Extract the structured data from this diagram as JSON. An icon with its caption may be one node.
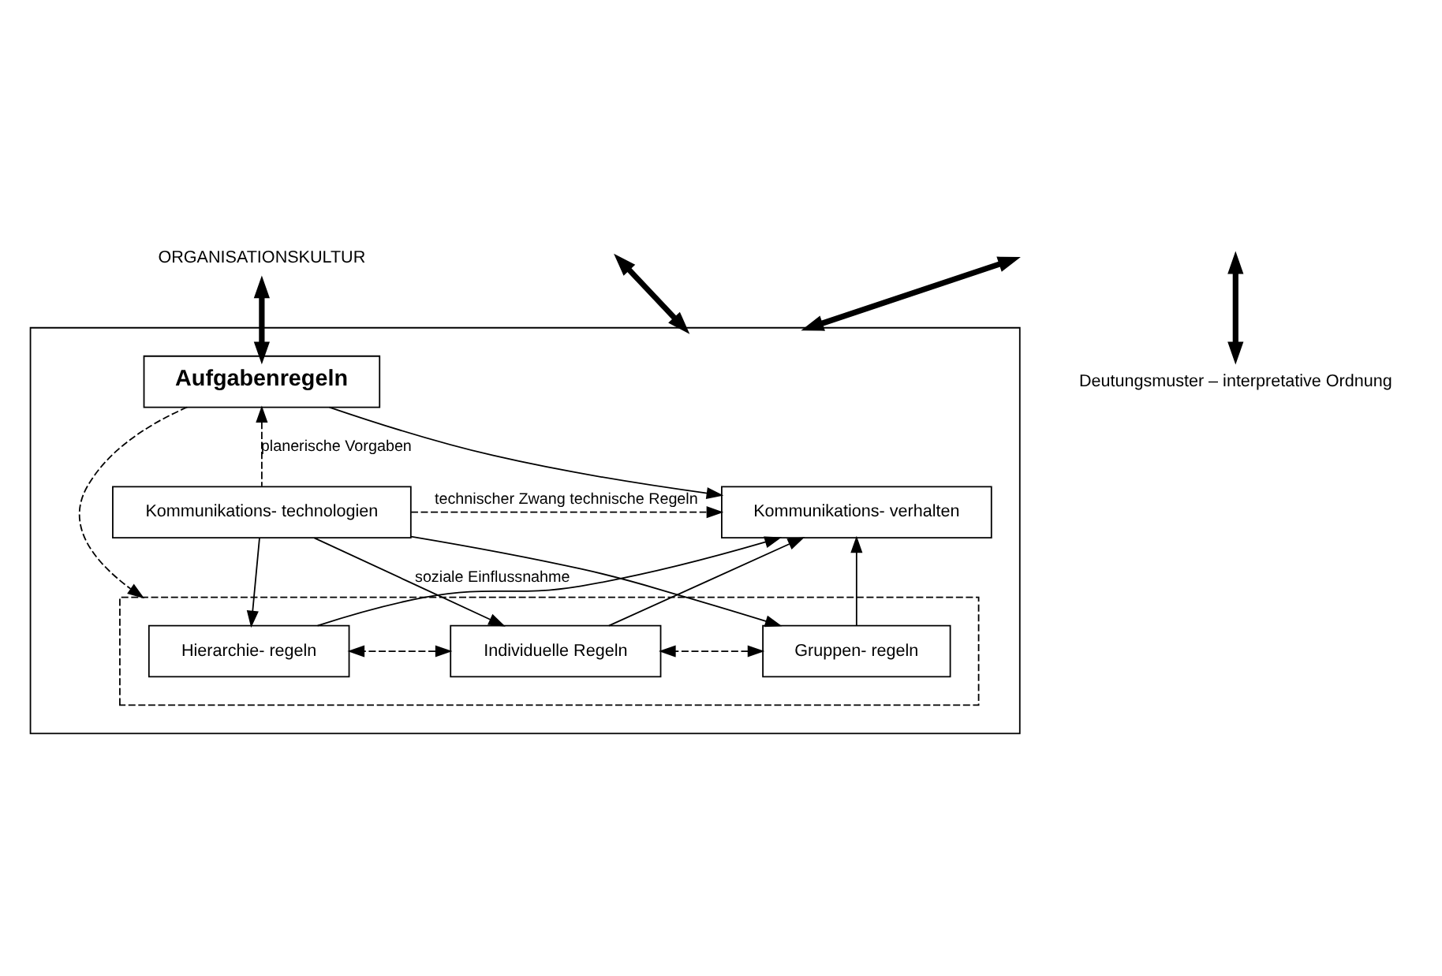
{
  "diagram": {
    "nodes": [
      {
        "text": [
          "ORGANISATIONSKULTUR"
        ]
      },
      {
        "text": [],
        "shape": "box"
      },
      {
        "text": [
          "Aufgabenregeln"
        ],
        "in": 1
      },
      {
        "text": [
          "Kommunikations- technologien"
        ],
        "in": 1
      },
      {
        "text": [
          "Kommunikations- verhalten"
        ],
        "in": 1
      },
      {
        "text": [],
        "shape": "box",
        "in": 1
      },
      {
        "text": [
          "Gruppen- regeln"
        ],
        "in": 5
      },
      {
        "text": [
          "Individuelle Regeln"
        ],
        "in": 5
      },
      {
        "text": [
          "Hierarchie- regeln"
        ],
        "in": 5
      },
      {
        "text": [
          "Deutungsmuster – interpretative Ordnung"
        ]
      }
    ],
    "edges": [
      {
        "from": 2,
        "to": 0,
        "arrow": "both",
        "style": "thick"
      },
      {
        "from": 3,
        "to": 2,
        "arrow": "to",
        "style": "dashed",
        "label": "planerische Vorgaben"
      },
      {
        "from": 2,
        "to": 4,
        "arrow": "to"
      },
      {
        "from": 3,
        "to": 4,
        "arrow": "to",
        "style": "dashed",
        "label": "technischer Zwang technische Regeln"
      },
      {
        "from": 2,
        "to": 5,
        "arrow": "to",
        "style": "dashed"
      },
      {
        "from": 6,
        "to": 4,
        "arrow": "to"
      },
      {
        "from": 7,
        "to": 4,
        "arrow": "to"
      },
      {
        "from": 8,
        "to": 4,
        "arrow": "to"
      },
      {
        "from": 6,
        "to": 7,
        "arrow": "both",
        "style": "dashed"
      },
      {
        "from": 7,
        "to": 8,
        "arrow": "both",
        "style": "dashed"
      },
      {
        "from": 3,
        "to": 6,
        "arrow": "to"
      },
      {
        "from": 3,
        "to": 7,
        "arrow": "to",
        "label": "soziale Einflussnahme"
      },
      {
        "from": 3,
        "to": 8,
        "arrow": "to"
      },
      {
        "from": null,
        "to": 9,
        "arrow": "both",
        "style": "thick"
      },
      {
        "from": null,
        "to": 1,
        "arrow": "both",
        "style": "thick"
      },
      {
        "from": 1,
        "to": null,
        "arrow": "both",
        "style": "thick"
      }
    ]
  }
}
